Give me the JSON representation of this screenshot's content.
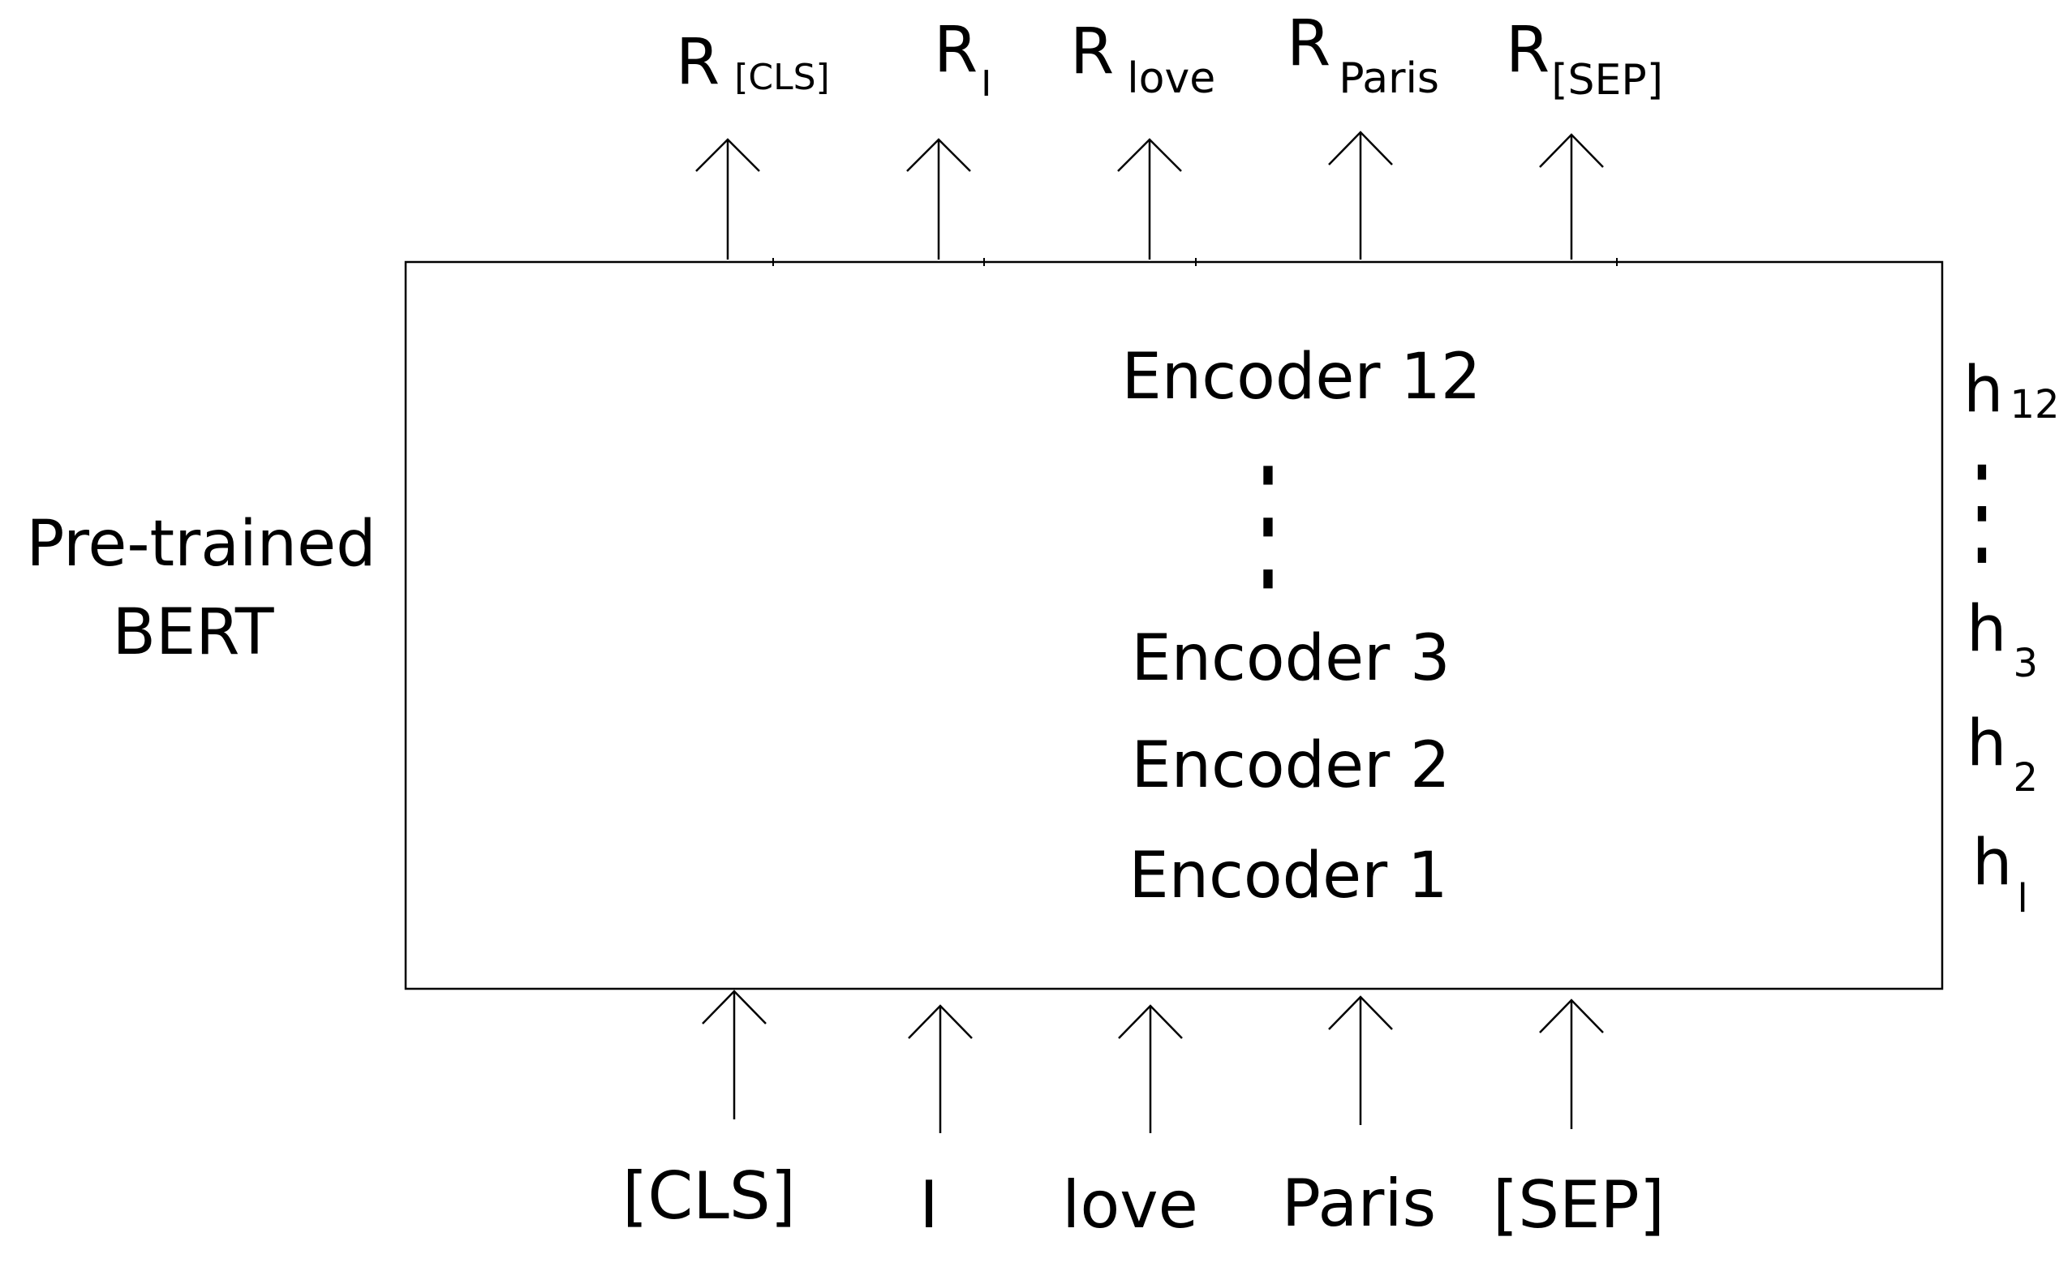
{
  "model_label": {
    "line1": "Pre-trained",
    "line2": "BERT"
  },
  "outputs": [
    {
      "base": "R",
      "sub": "[CLS]"
    },
    {
      "base": "R",
      "sub": "I"
    },
    {
      "base": "R",
      "sub": "love"
    },
    {
      "base": "R",
      "sub": "Paris"
    },
    {
      "base": "R",
      "sub": "[SEP]"
    }
  ],
  "inputs": [
    "[CLS]",
    "I",
    "love",
    "Paris",
    "[SEP]"
  ],
  "encoders": [
    {
      "name": "Encoder 12",
      "hidden": "h",
      "hidden_sub": "12"
    },
    {
      "name": "Encoder 3",
      "hidden": "h",
      "hidden_sub": "3"
    },
    {
      "name": "Encoder 2",
      "hidden": "h",
      "hidden_sub": "2"
    },
    {
      "name": "Encoder 1",
      "hidden": "h",
      "hidden_sub": "l"
    }
  ],
  "ellipsis": "⋮",
  "colors": {
    "ink": "#000000",
    "background": "#ffffff"
  }
}
